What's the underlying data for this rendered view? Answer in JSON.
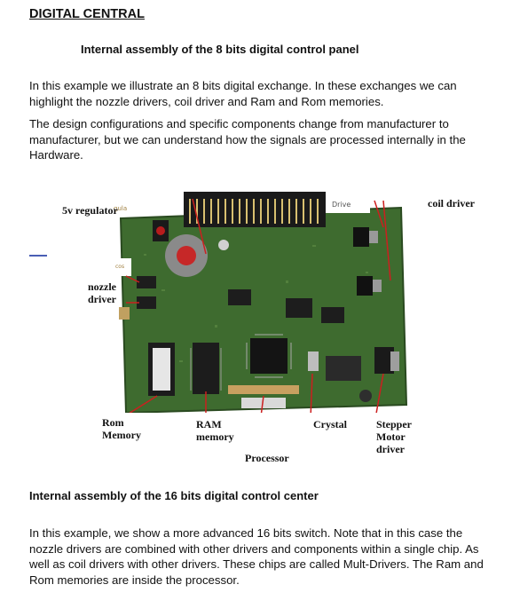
{
  "title": "DIGITAL CENTRAL",
  "section1": {
    "heading": "Internal assembly of the 8 bits digital control panel",
    "paragraph1": "In this example we illustrate an 8 bits digital exchange. In these exchanges we can highlight the nozzle drivers, coil driver and Ram and Rom memories.",
    "paragraph2": "The design configurations and specific components change from manufacturer to manufacturer, but we can understand how the signals are processed internally in the Hardware."
  },
  "figure": {
    "labels": {
      "regulator": "5v regulator",
      "coil_driver": "coil driver",
      "nozzle_line1": "nozzle",
      "nozzle_line2": "driver",
      "rom_line1": "Rom",
      "rom_line2": "Memory",
      "ram_line1": "RAM",
      "ram_line2": "memory",
      "processor": "Processor",
      "crystal": "Crystal",
      "stepper_line1": "Stepper",
      "stepper_line2": "Motor",
      "stepper_line3": "driver",
      "photo_driver_text": "Drive",
      "photo_regulator_text": "gula",
      "photo_cos_text": "cos"
    },
    "colors": {
      "board": "#3e6b2f",
      "arrow": "#cc1f1f"
    }
  },
  "section2": {
    "heading": "Internal assembly of the 16 bits digital control center",
    "paragraph": "In this example, we show a more advanced 16 bits switch. Note that in this case the nozzle drivers are combined with other drivers and components within a single chip. As well as coil drivers with other drivers. These chips are called Mult-Drivers. The Ram and Rom memories are inside the processor."
  }
}
